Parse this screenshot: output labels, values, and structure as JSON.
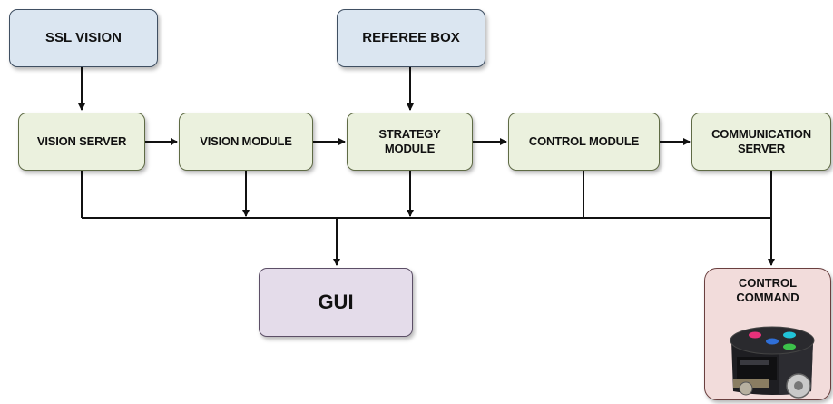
{
  "diagram": {
    "top_nodes": {
      "ssl_vision": "SSL VISION",
      "referee_box": "REFEREE BOX"
    },
    "pipeline_nodes": {
      "vision_server": "VISION SERVER",
      "vision_module": "VISION MODULE",
      "strategy_module": "STRATEGY\nMODULE",
      "control_module": "CONTROL MODULE",
      "communication_server": "COMMUNICATION\nSERVER"
    },
    "output_nodes": {
      "gui": "GUI",
      "control_command": "CONTROL\nCOMMAND"
    },
    "colors": {
      "top_fill": "#dbe6f1",
      "pipeline_fill": "#ebf1de",
      "gui_fill": "#e4dcea",
      "command_fill": "#f2dcdb",
      "robot_led_pink": "#e8317a",
      "robot_led_blue": "#2f6fd8",
      "robot_led_cyan": "#21c4d8",
      "robot_led_green": "#3cc24a"
    }
  }
}
